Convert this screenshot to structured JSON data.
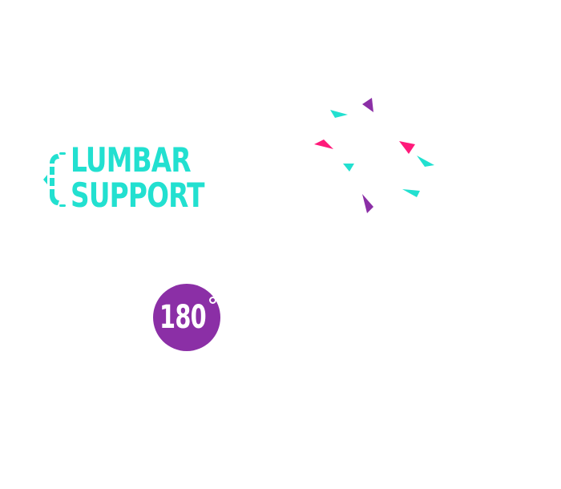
{
  "colors": {
    "background": "#ffffff",
    "cyan": "#22e0d0",
    "magenta": "#ff1a7a",
    "purple": "#8b2fa6",
    "white": "#ffffff"
  },
  "lumbar_logo": {
    "icon": "lumbar-spine-icon",
    "line1": "LUMBAR",
    "line2": "SUPPORT"
  },
  "confetti": {
    "icon": "confetti-burst-icon"
  },
  "badge": {
    "icon": "degree-icon",
    "number": "180"
  }
}
